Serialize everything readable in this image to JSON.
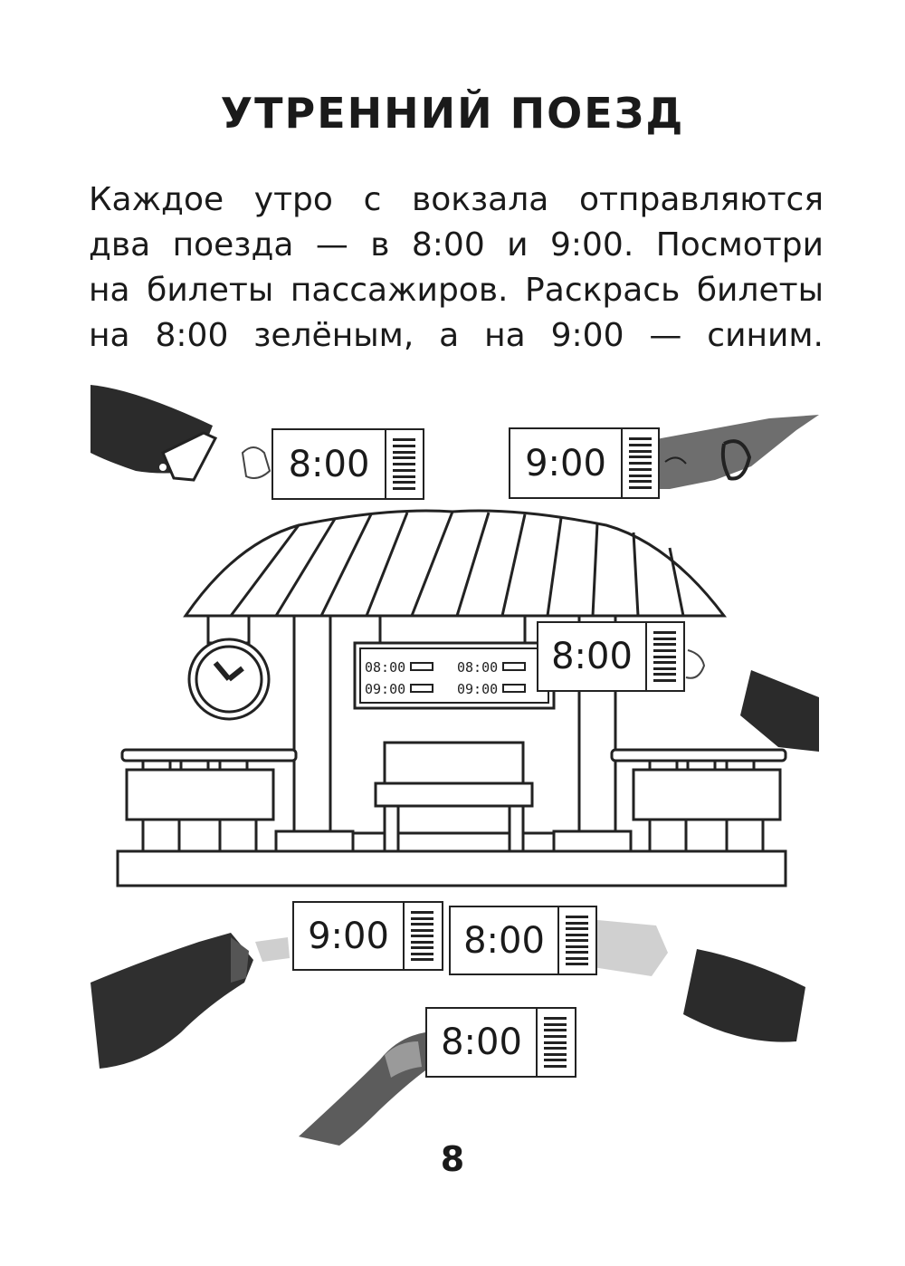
{
  "page": {
    "title": "УТРЕННИЙ ПОЕЗД",
    "paragraph_lines": [
      "Каждое утро с вокзала отправляются",
      "два поезда — в 8:00 и 9:00. Посмотри",
      "на билеты пассажиров. Раскрась билеты",
      "на 8:00 зелёным, а на 9:00 — синим."
    ],
    "page_number": "8"
  },
  "board": {
    "rows": [
      [
        "08:00",
        "08:00"
      ],
      [
        "09:00",
        "09:00"
      ]
    ]
  },
  "tickets": [
    {
      "time": "8:00"
    },
    {
      "time": "9:00"
    },
    {
      "time": "8:00"
    },
    {
      "time": "9:00"
    },
    {
      "time": "8:00"
    },
    {
      "time": "8:00"
    }
  ],
  "illustration": {
    "icons": [
      "clock-icon",
      "bench-icon",
      "barcode-icon",
      "hand-icon"
    ]
  }
}
